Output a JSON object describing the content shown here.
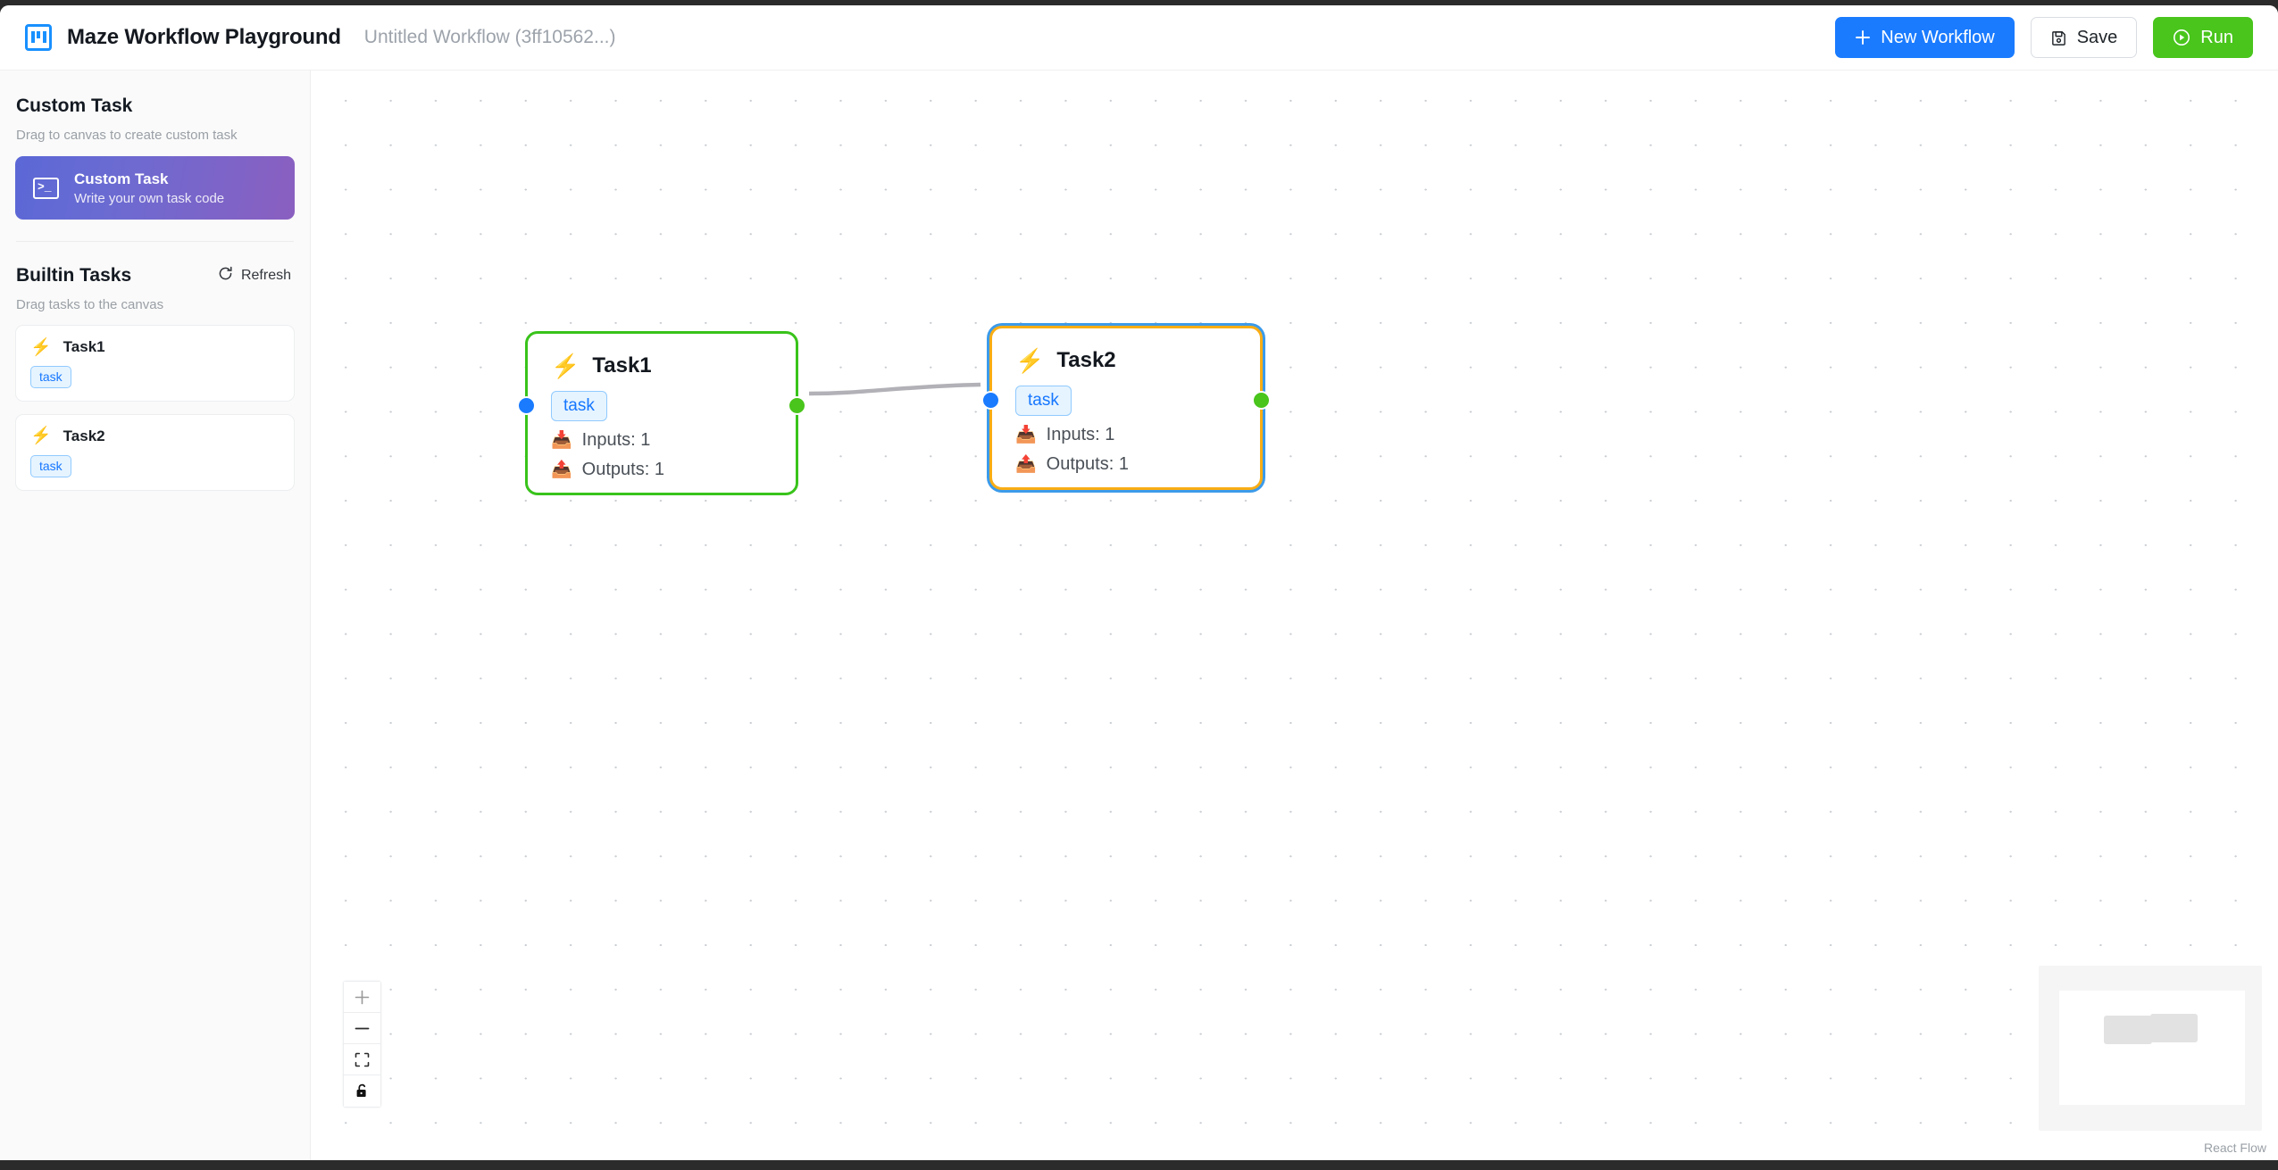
{
  "header": {
    "logo_icon": "kanban-columns-icon",
    "app_title": "Maze Workflow Playground",
    "workflow_name": "Untitled Workflow (3ff10562...)",
    "new_workflow_label": "New Workflow",
    "new_workflow_icon": "plus-icon",
    "save_label": "Save",
    "save_icon": "floppy-disk-icon",
    "run_label": "Run",
    "run_icon": "play-circle-icon",
    "accent_primary": "#1a7bff",
    "accent_run": "#49c51c"
  },
  "sidebar": {
    "custom_section": {
      "title": "Custom Task",
      "subtitle": "Drag to canvas to create custom task",
      "card": {
        "icon": "terminal-icon",
        "title": "Custom Task",
        "description": "Write your own task code",
        "gradient_from": "#5b68d6",
        "gradient_to": "#8a5fc0"
      }
    },
    "builtin_section": {
      "title": "Builtin Tasks",
      "refresh_label": "Refresh",
      "refresh_icon": "refresh-icon",
      "subtitle": "Drag tasks to the canvas",
      "tasks": [
        {
          "icon": "lightning-bolt-icon",
          "name": "Task1",
          "badge": "task"
        },
        {
          "icon": "lightning-bolt-icon",
          "name": "Task2",
          "badge": "task"
        }
      ]
    }
  },
  "canvas": {
    "nodes": [
      {
        "id": "task1",
        "icon": "lightning-bolt-icon",
        "title": "Task1",
        "badge": "task",
        "inputs_label": "Inputs: 1",
        "outputs_label": "Outputs: 1",
        "inputs_icon": "inbox-tray-icon",
        "outputs_icon": "outbox-tray-icon",
        "border_color": "#39c31b",
        "selected": false
      },
      {
        "id": "task2",
        "icon": "lightning-bolt-icon",
        "title": "Task2",
        "badge": "task",
        "inputs_label": "Inputs: 1",
        "outputs_label": "Outputs: 1",
        "inputs_icon": "inbox-tray-icon",
        "outputs_icon": "outbox-tray-icon",
        "border_color": "#faad14",
        "selected": true
      }
    ],
    "edge": {
      "from": "task1",
      "to": "task2",
      "color": "#b1b1b7"
    },
    "controls": [
      {
        "name": "zoom-in",
        "glyph": "plus-icon"
      },
      {
        "name": "zoom-out",
        "glyph": "minus-icon"
      },
      {
        "name": "fit-view",
        "glyph": "fit-view-icon"
      },
      {
        "name": "toggle-interactivity",
        "glyph": "unlock-icon"
      }
    ],
    "attribution": "React Flow"
  }
}
